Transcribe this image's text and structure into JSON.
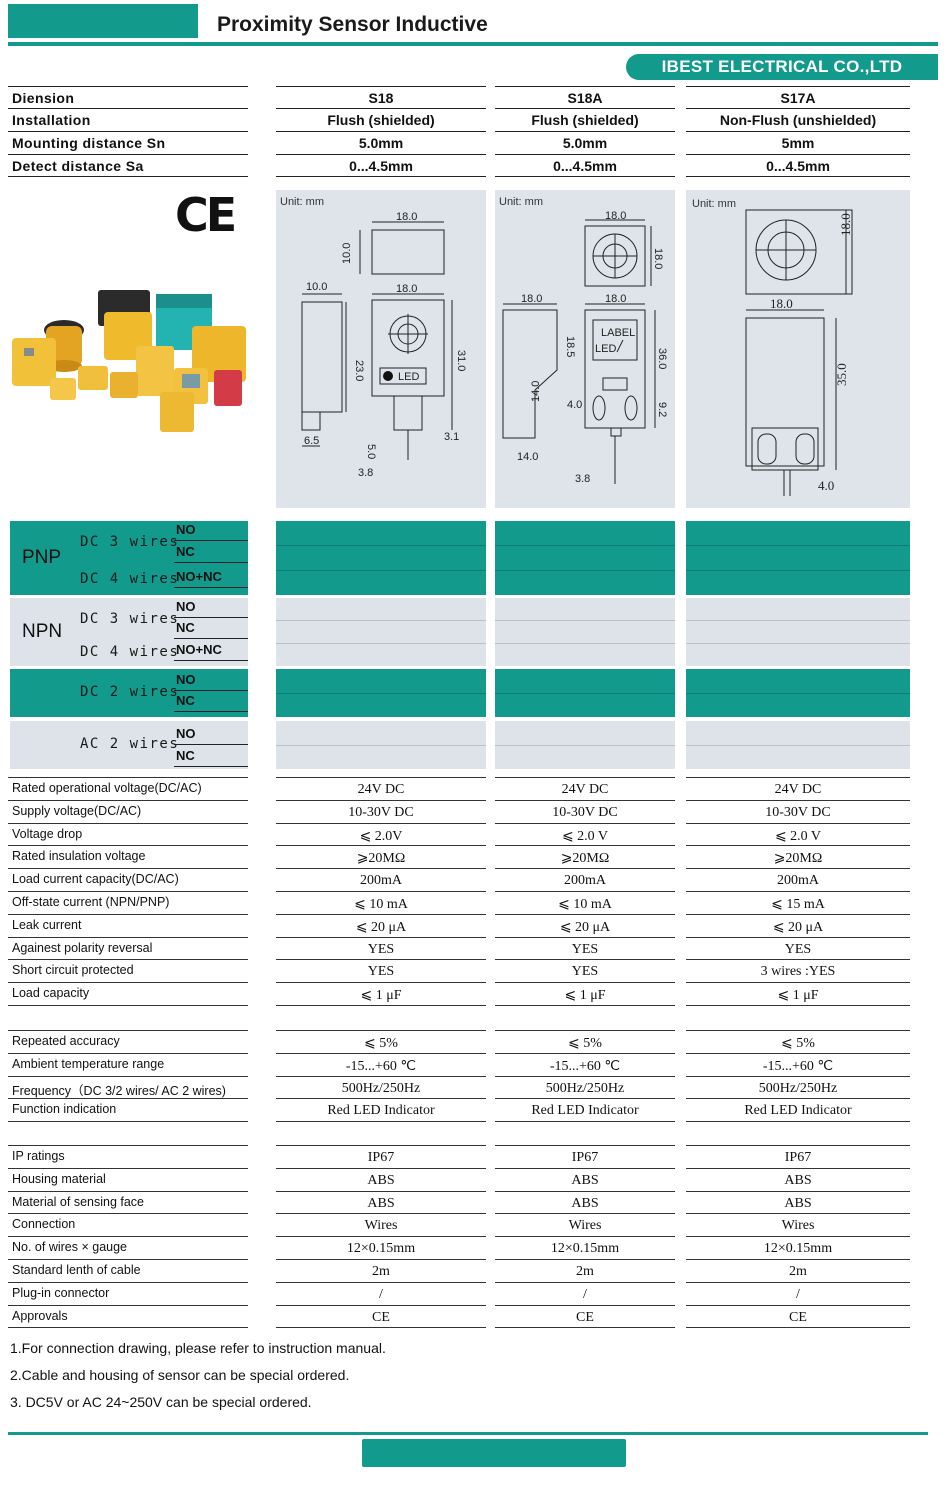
{
  "header": {
    "title": "Proximity Sensor Inductive",
    "company": "IBEST ELECTRICAL CO.,LTD"
  },
  "columns": [
    {
      "model": "S18",
      "installation": "Flush (shielded)",
      "mounting_distance": "5.0mm",
      "detect_distance": "0...4.5mm"
    },
    {
      "model": "S18A",
      "installation": "Flush (shielded)",
      "mounting_distance": "5.0mm",
      "detect_distance": "0...4.5mm"
    },
    {
      "model": "S17A",
      "installation": "Non-Flush (unshielded)",
      "mounting_distance": "5mm",
      "detect_distance": "0...4.5mm"
    }
  ],
  "row_labels": {
    "model": "Diension",
    "installation": "Installation",
    "mounting_distance": "Mounting distance Sn",
    "detect_distance": "Detect distance Sa"
  },
  "certification_mark": "CE",
  "diagrams": [
    {
      "unit": "Unit: mm",
      "dims": {
        "w_top": "18.0",
        "h_top": "10.0",
        "side_w": "10.0",
        "front_w": "18.0",
        "side_h": "23.0",
        "front_h": "31.0",
        "foot": "6.5",
        "pin": "5.0",
        "pin2": "3.1",
        "cable": "3.8",
        "led": "LED"
      }
    },
    {
      "unit": "Unit: mm",
      "dims": {
        "top_w": "18.0",
        "top_h": "18.0",
        "side_w": "18.0",
        "front_w": "18.0",
        "label": "LABEL",
        "led": "LED",
        "h1": "18.5",
        "h2": "36.0",
        "h3": "14.0",
        "w1": "4.0",
        "w2": "9.2",
        "base": "14.0",
        "cable": "3.8"
      }
    },
    {
      "unit": "Unit: mm",
      "dims": {
        "top_h": "18.0",
        "width": "18.0",
        "height": "35.0",
        "cable": "4.0"
      }
    }
  ],
  "wiring": {
    "pnp": {
      "type": "PNP",
      "rows": [
        {
          "wires": "DC 3 wires",
          "outputs": [
            "NO",
            "NC"
          ]
        },
        {
          "wires": "DC 4 wires",
          "outputs": [
            "NO+NC"
          ]
        }
      ]
    },
    "npn": {
      "type": "NPN",
      "rows": [
        {
          "wires": "DC 3 wires",
          "outputs": [
            "NO",
            "NC"
          ]
        },
        {
          "wires": "DC 4 wires",
          "outputs": [
            "NO+NC"
          ]
        }
      ]
    },
    "dc2": {
      "wires": "DC 2 wires",
      "outputs": [
        "NO",
        "NC"
      ]
    },
    "ac2": {
      "wires": "AC 2 wires",
      "outputs": [
        "NO",
        "NC"
      ]
    }
  },
  "specs_group1": [
    {
      "label": "Rated operational voltage(DC/AC)",
      "values": [
        "24V DC",
        "24V DC",
        "24V DC"
      ]
    },
    {
      "label": "Supply voltage(DC/AC)",
      "values": [
        "10-30V DC",
        "10-30V DC",
        "10-30V DC"
      ]
    },
    {
      "label": "Voltage drop",
      "values": [
        "⩽ 2.0V",
        "⩽ 2.0 V",
        "⩽ 2.0 V"
      ]
    },
    {
      "label": "Rated insulation voltage",
      "values": [
        "⩾20MΩ",
        "⩾20MΩ",
        "⩾20MΩ"
      ]
    },
    {
      "label": "Load current capacity(DC/AC)",
      "values": [
        "200mA",
        "200mA",
        "200mA"
      ]
    },
    {
      "label": "Off-state current (NPN/PNP)",
      "values": [
        "⩽ 10 mA",
        "⩽ 10 mA",
        "⩽ 15 mA"
      ]
    },
    {
      "label": "Leak current",
      "values": [
        "⩽ 20 μA",
        "⩽ 20 μA",
        "⩽ 20 μA"
      ]
    },
    {
      "label": "Againest polarity reversal",
      "values": [
        "YES",
        "YES",
        "YES"
      ]
    },
    {
      "label": "Short circuit protected",
      "values": [
        "YES",
        "YES",
        "3 wires :YES"
      ]
    },
    {
      "label": "Load capacity",
      "values": [
        "⩽ 1 μF",
        "⩽ 1 μF",
        "⩽ 1 μF"
      ]
    }
  ],
  "specs_group2": [
    {
      "label": "Repeated accuracy",
      "values": [
        "⩽ 5%",
        "⩽ 5%",
        "⩽ 5%"
      ]
    },
    {
      "label": "Ambient temperature range",
      "values": [
        "-15...+60 ℃",
        "-15...+60 ℃",
        "-15...+60 ℃"
      ]
    },
    {
      "label": "Frequency（DC 3/2 wires/ AC 2 wires)",
      "values": [
        "500Hz/250Hz",
        "500Hz/250Hz",
        "500Hz/250Hz"
      ]
    },
    {
      "label": "Function indication",
      "values": [
        "Red LED Indicator",
        "Red LED Indicator",
        "Red LED Indicator"
      ]
    }
  ],
  "specs_group3": [
    {
      "label": "IP ratings",
      "values": [
        "IP67",
        "IP67",
        "IP67"
      ]
    },
    {
      "label": "Housing material",
      "values": [
        "ABS",
        "ABS",
        "ABS"
      ]
    },
    {
      "label": "Material of sensing face",
      "values": [
        "ABS",
        "ABS",
        "ABS"
      ]
    },
    {
      "label": "Connection",
      "values": [
        "Wires",
        "Wires",
        "Wires"
      ]
    },
    {
      "label": "No. of wires × gauge",
      "values": [
        "12×0.15mm",
        "12×0.15mm",
        "12×0.15mm"
      ]
    },
    {
      "label": "Standard lenth of cable",
      "values": [
        "2m",
        "2m",
        "2m"
      ]
    },
    {
      "label": "Plug-in connector",
      "values": [
        "/",
        "/",
        "/"
      ]
    },
    {
      "label": "Approvals",
      "values": [
        "CE",
        "CE",
        "CE"
      ]
    }
  ],
  "notes": [
    "1.For connection drawing, please refer to instruction manual.",
    "2.Cable and housing of sensor can be special ordered.",
    "3. DC5V or AC 24~250V can be special ordered."
  ],
  "colors": {
    "accent": "#129a8c",
    "diagram_bg": "#dfe4ea",
    "band_light": "#dde3e8"
  }
}
